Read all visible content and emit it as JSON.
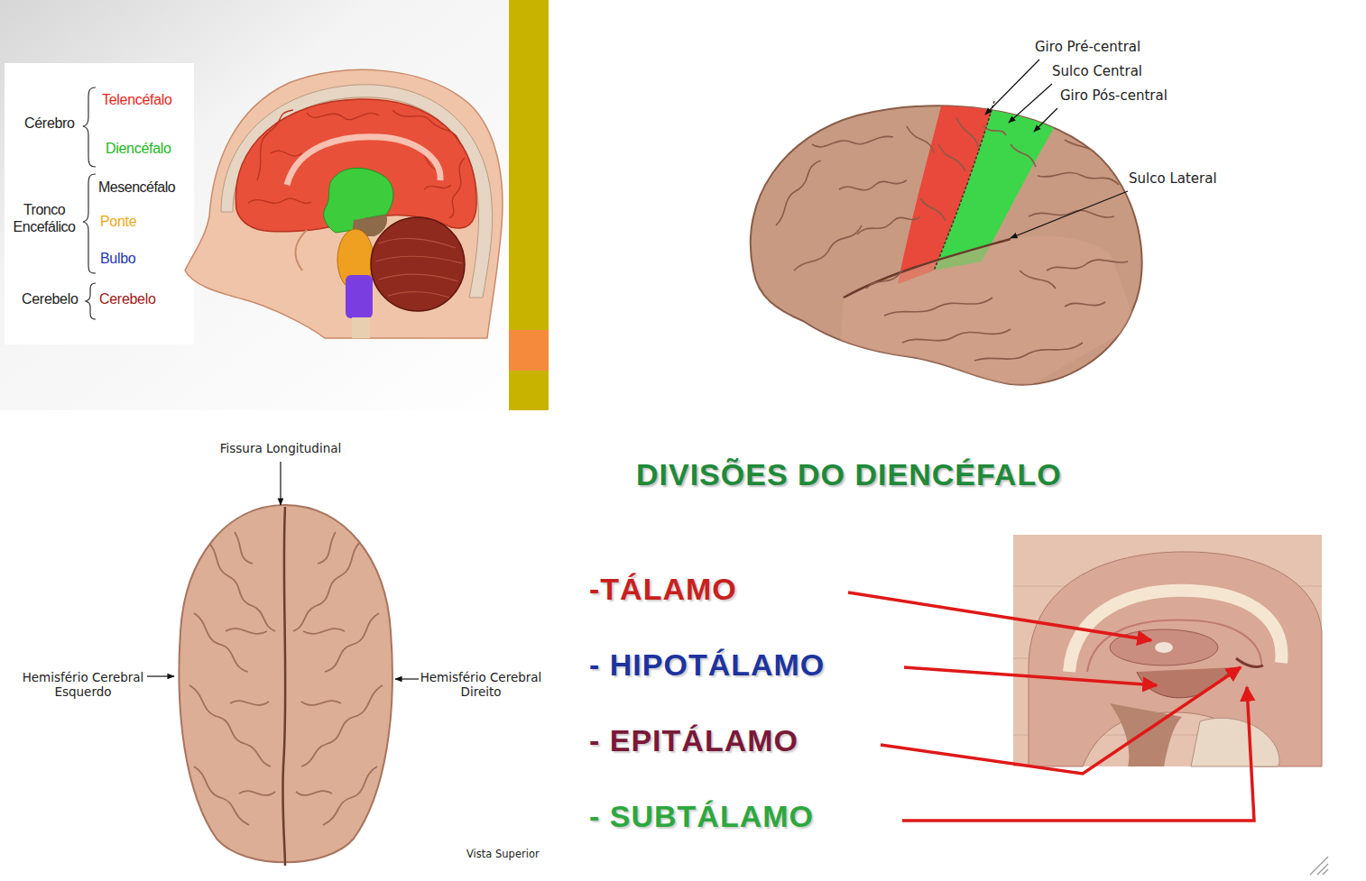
{
  "diagram": {
    "labels": [
      "Cérebro",
      "Telencéfalo",
      "Diencéfalo",
      "Mesencéfalo",
      "Tronco Encefálico",
      "Ponte",
      "Bulbo",
      "Cerebelo",
      "Cerebelo",
      "Giro Pré-central",
      "Sulco Central",
      "Giro Pós-central",
      "Sulco Lateral",
      "Fissura Longitudinal",
      "Hemisfério Cerebral Esquerdo",
      "Hemisfério Cerebral Direito",
      "Vista Superior",
      "DIVISÕES DO DIENCÉFALO",
      "-TÁLAMO",
      "- HIPOTÁLAMO",
      "- EPITÁLAMO",
      "- SUBTÁLAMO"
    ]
  }
}
